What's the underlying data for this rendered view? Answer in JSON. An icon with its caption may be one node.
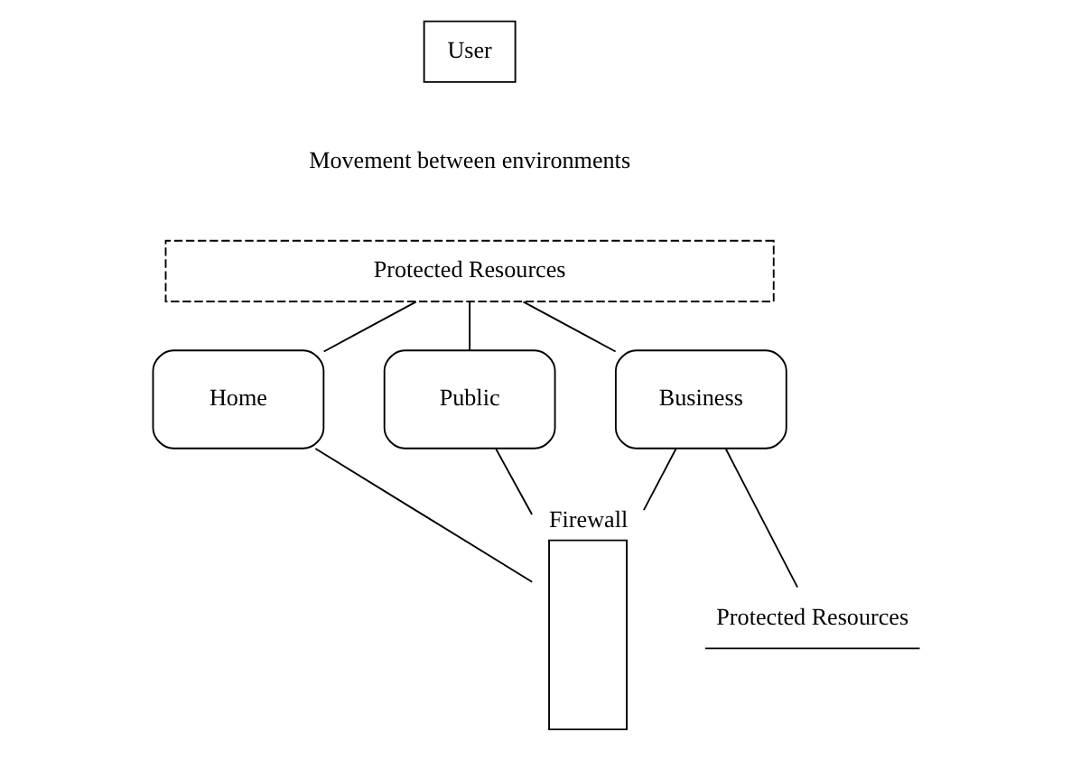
{
  "diagram": {
    "nodes": [
      {
        "text": [
          "User"
        ]
      },
      {
        "text": [
          "Protected Resources"
        ]
      },
      {
        "text": [
          "Home"
        ]
      },
      {
        "text": [
          "Public"
        ]
      },
      {
        "text": [
          "Firewall"
        ]
      },
      {
        "text": [
          "Business"
        ]
      },
      {
        "text": [
          "Protected Resources"
        ]
      }
    ],
    "edges": [
      {
        "from": 1,
        "to": 5,
        "arrow": "none"
      },
      {
        "from": 1,
        "to": 2,
        "arrow": "none"
      },
      {
        "from": 1,
        "to": 3,
        "arrow": "none"
      },
      {
        "from": 5,
        "to": 4,
        "arrow": "none"
      },
      {
        "from": 4,
        "to": 2,
        "arrow": "none"
      },
      {
        "from": 4,
        "to": 3,
        "arrow": "none"
      },
      {
        "from": 5,
        "to": 6,
        "arrow": "none"
      }
    ],
    "labels": [
      "Movement between environments"
    ]
  }
}
